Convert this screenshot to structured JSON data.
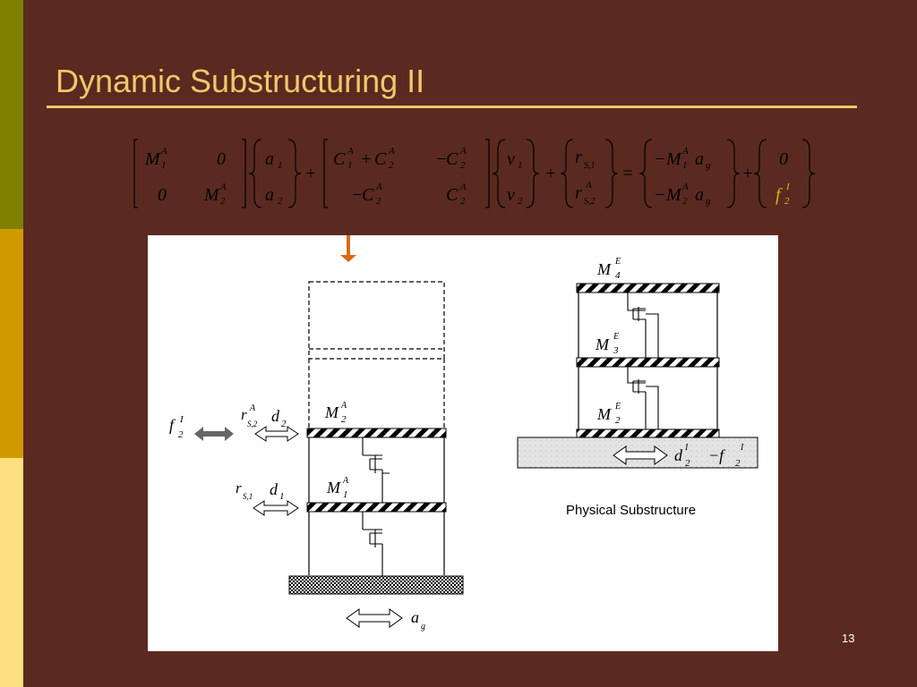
{
  "slide": {
    "title": "Dynamic Substructuring II",
    "page_number": "13",
    "accent_color": "#f3c66a",
    "background_color": "#5a2a20",
    "side_band_colors": [
      "#7f7f00",
      "#d19a00",
      "#ffdf80"
    ]
  },
  "equation": {
    "mass": {
      "M": "M",
      "one": "1",
      "two": "2",
      "A": "A",
      "zero": "0"
    },
    "acc": {
      "a": "a",
      "one": "1",
      "two": "2"
    },
    "plus": "+",
    "damp": {
      "C": "C",
      "A": "A",
      "one": "1",
      "two": "2",
      "minus": "−"
    },
    "vel": {
      "v": "v",
      "one": "1",
      "two": "2"
    },
    "rs": {
      "r": "r",
      "S1": "S,1",
      "S2": "S,2",
      "A": "A"
    },
    "equals": "=",
    "rhs": {
      "minus": "−",
      "M": "M",
      "A": "A",
      "a": "a",
      "g": "g",
      "one": "1",
      "two": "2"
    },
    "force": {
      "zero": "0",
      "f": "f",
      "two": "2",
      "I": "I",
      "color": "#e8b000"
    }
  },
  "figure": {
    "f2I": {
      "f": "f",
      "I": "I",
      "two": "2"
    },
    "rS2": {
      "r": "r",
      "A": "A",
      "sub": "S,2",
      "d": "d",
      "two": "2"
    },
    "rS1": {
      "r": "r",
      "sub": "S,1",
      "d": "d",
      "one": "1"
    },
    "M2A": {
      "M": "M",
      "A": "A",
      "two": "2"
    },
    "M1A": {
      "M": "M",
      "A": "A",
      "one": "1"
    },
    "ag": {
      "a": "a",
      "g": "g"
    },
    "M4E": {
      "M": "M",
      "E": "E",
      "four": "4"
    },
    "M3E": {
      "M": "M",
      "E": "E",
      "three": "3"
    },
    "M2E": {
      "M": "M",
      "E": "E",
      "two": "2"
    },
    "d2f2": {
      "d": "d",
      "I": "I",
      "two": "2",
      "minus_f": "−f",
      "I2": "I",
      "two2": "2"
    },
    "physical_label": "Physical Substructure",
    "arrow_color": "#d96a1a"
  }
}
